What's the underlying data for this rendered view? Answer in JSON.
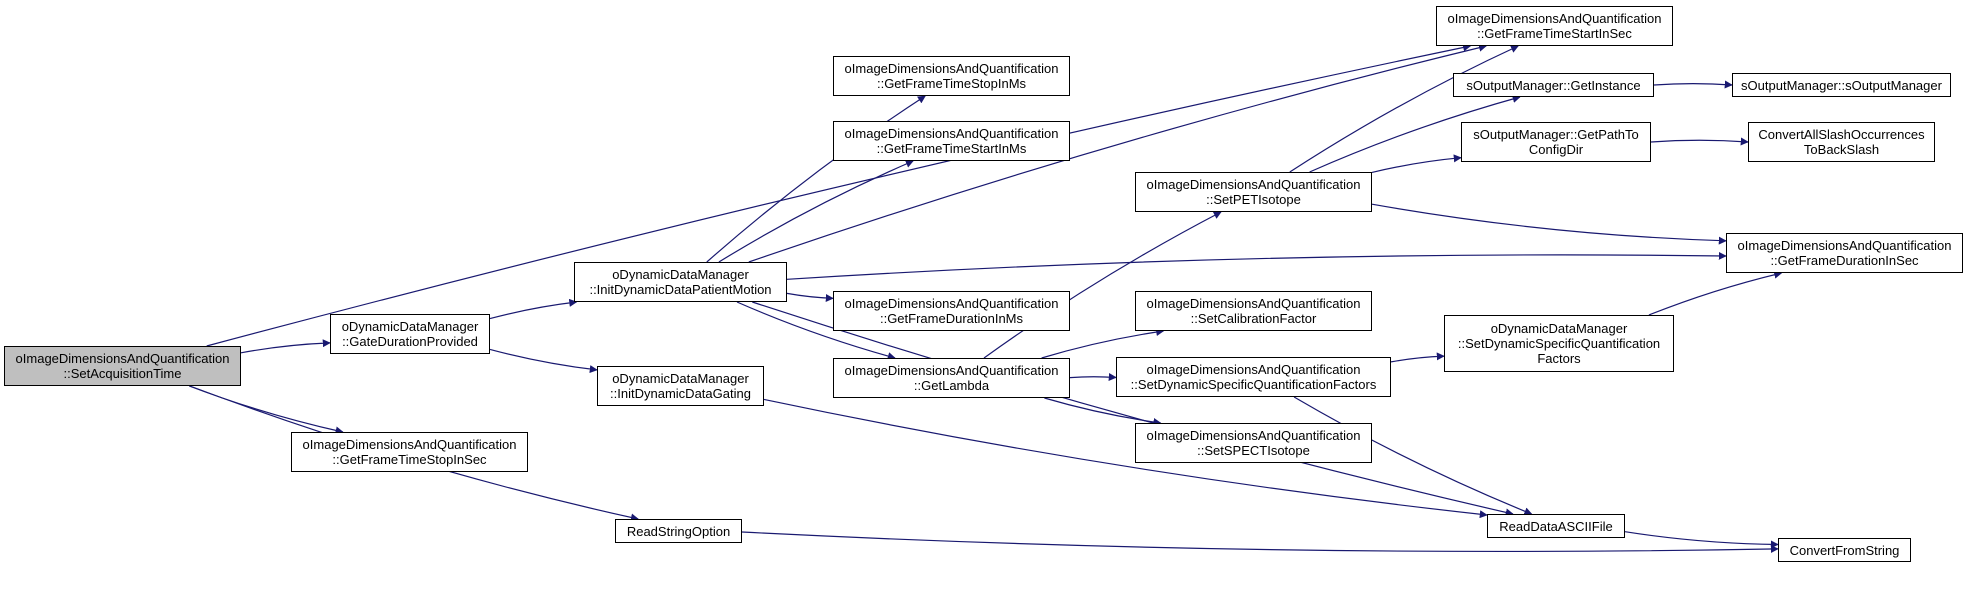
{
  "colors": {
    "edge": "#191970",
    "root_fill": "#bfbfbf",
    "node_fill": "#ffffff",
    "border": "#000000"
  },
  "nodes": {
    "n0": {
      "line1": "oImageDimensionsAndQuantification",
      "line2": "::SetAcquisitionTime"
    },
    "n1": {
      "line1": "oImageDimensionsAndQuantification",
      "line2": "::GetFrameTimeStartInSec"
    },
    "n2": {
      "line1": "oDynamicDataManager",
      "line2": "::GateDurationProvided"
    },
    "n3": {
      "line1": "oImageDimensionsAndQuantification",
      "line2": "::GetFrameTimeStopInSec"
    },
    "n4": {
      "line1": "ReadStringOption"
    },
    "n5": {
      "line1": "ConvertFromString"
    },
    "n6": {
      "line1": "oDynamicDataManager",
      "line2": "::InitDynamicDataPatientMotion"
    },
    "n7": {
      "line1": "oDynamicDataManager",
      "line2": "::InitDynamicDataGating"
    },
    "n8": {
      "line1": "oImageDimensionsAndQuantification",
      "line2": "::GetFrameTimeStopInMs"
    },
    "n9": {
      "line1": "oImageDimensionsAndQuantification",
      "line2": "::GetFrameTimeStartInMs"
    },
    "n10": {
      "line1": "oImageDimensionsAndQuantification",
      "line2": "::GetFrameDurationInMs"
    },
    "n11": {
      "line1": "oImageDimensionsAndQuantification",
      "line2": "::GetLambda"
    },
    "n12": {
      "line1": "oImageDimensionsAndQuantification",
      "line2": "::SetPETIsotope"
    },
    "n13": {
      "line1": "oImageDimensionsAndQuantification",
      "line2": "::SetCalibrationFactor"
    },
    "n14": {
      "line1": "oImageDimensionsAndQuantification",
      "line2": "::SetDynamicSpecificQuantificationFactors"
    },
    "n15": {
      "line1": "oImageDimensionsAndQuantification",
      "line2": "::SetSPECTIsotope"
    },
    "n16": {
      "line1": "ReadDataASCIIFile"
    },
    "n17": {
      "line1": "sOutputManager::GetInstance"
    },
    "n18": {
      "line1": "sOutputManager::GetPathTo",
      "line2": "ConfigDir"
    },
    "n19": {
      "line1": "sOutputManager::sOutputManager"
    },
    "n20": {
      "line1": "ConvertAllSlashOccurrences",
      "line2": "ToBackSlash"
    },
    "n21": {
      "line1": "oImageDimensionsAndQuantification",
      "line2": "::GetFrameDurationInSec"
    },
    "n22": {
      "line1": "oDynamicDataManager",
      "line2": "::SetDynamicSpecificQuantification",
      "line3": "Factors"
    }
  },
  "edges": [
    [
      "n0",
      "n1"
    ],
    [
      "n0",
      "n2"
    ],
    [
      "n0",
      "n3"
    ],
    [
      "n0",
      "n4"
    ],
    [
      "n2",
      "n6"
    ],
    [
      "n2",
      "n7"
    ],
    [
      "n4",
      "n5"
    ],
    [
      "n6",
      "n8"
    ],
    [
      "n6",
      "n9"
    ],
    [
      "n6",
      "n1"
    ],
    [
      "n6",
      "n21"
    ],
    [
      "n6",
      "n10"
    ],
    [
      "n6",
      "n11"
    ],
    [
      "n6",
      "n16"
    ],
    [
      "n7",
      "n16"
    ],
    [
      "n11",
      "n12"
    ],
    [
      "n11",
      "n13"
    ],
    [
      "n11",
      "n14"
    ],
    [
      "n11",
      "n15"
    ],
    [
      "n12",
      "n1"
    ],
    [
      "n12",
      "n17"
    ],
    [
      "n12",
      "n18"
    ],
    [
      "n12",
      "n21"
    ],
    [
      "n14",
      "n22"
    ],
    [
      "n14",
      "n16"
    ],
    [
      "n16",
      "n5"
    ],
    [
      "n17",
      "n19"
    ],
    [
      "n18",
      "n20"
    ],
    [
      "n22",
      "n21"
    ]
  ]
}
